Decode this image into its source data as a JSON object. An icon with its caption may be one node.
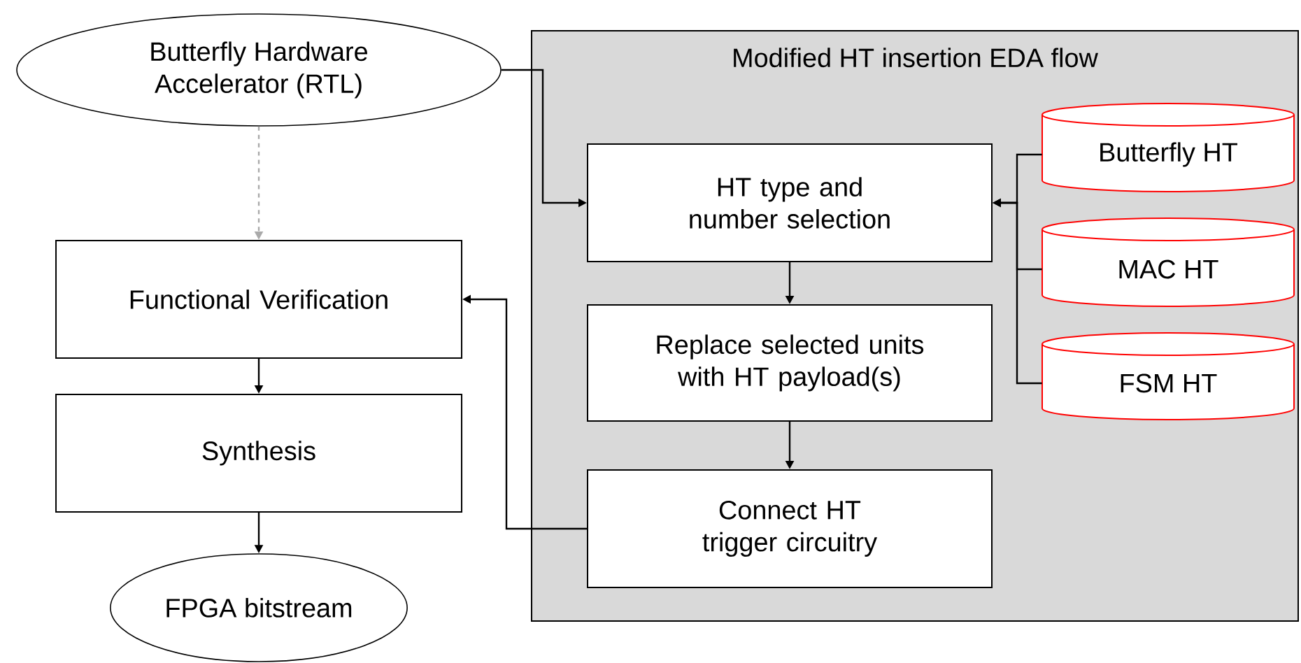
{
  "diagram": {
    "nodes": [
      {
        "text": [
          "Butterfly Hardware Accelerator (RTL)"
        ]
      },
      {
        "text": [
          "Functional Verification"
        ]
      },
      {
        "text": [
          "Synthesis"
        ]
      },
      {
        "text": [
          "FPGA bitstream"
        ]
      },
      {
        "text": [
          "Modified HT insertion EDA flow"
        ]
      },
      {
        "text": [
          "HT type and number selection"
        ],
        "in": 4
      },
      {
        "text": [
          "Replace selected units with HT payload(s)"
        ],
        "in": 4
      },
      {
        "text": [
          "Connect HT trigger circuitry"
        ],
        "in": 4
      },
      {
        "text": [
          "Butterfly HT"
        ],
        "in": 4
      },
      {
        "text": [
          "MAC HT"
        ],
        "in": 4
      },
      {
        "text": [
          "FSM HT"
        ],
        "in": 4
      }
    ],
    "edges": [
      {
        "from": 0,
        "to": 5,
        "arrow": "to"
      },
      {
        "from": 0,
        "to": 1,
        "arrow": "to",
        "style": "dashed",
        "color": "#aaaaaa"
      },
      {
        "from": 1,
        "to": 2,
        "arrow": "to"
      },
      {
        "from": 2,
        "to": 3,
        "arrow": "to"
      },
      {
        "from": 5,
        "to": 6,
        "arrow": "to"
      },
      {
        "from": 6,
        "to": 7,
        "arrow": "to"
      },
      {
        "from": 7,
        "to": 1,
        "arrow": "to"
      },
      {
        "from": 8,
        "to": 5,
        "arrow": "to"
      },
      {
        "from": 9,
        "to": 5,
        "arrow": "to"
      },
      {
        "from": 10,
        "to": 5,
        "arrow": "to"
      }
    ]
  }
}
